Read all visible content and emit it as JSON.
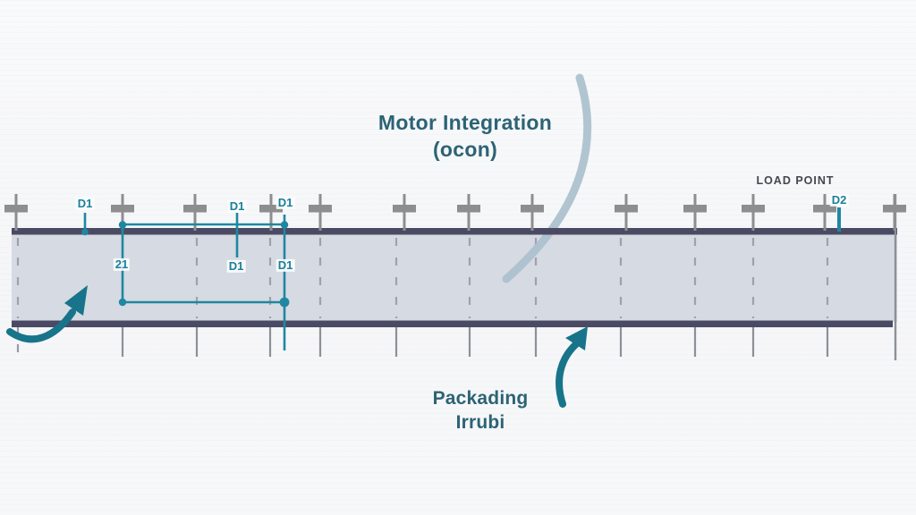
{
  "title": {
    "line1": "Motor Integration",
    "line2": "(ocon)"
  },
  "load_point": {
    "label": "LOAD POINT"
  },
  "packaging": {
    "line1": "Packading",
    "line2": "Irrubi"
  },
  "dims": {
    "top_left": "D1",
    "top_mid": "D1",
    "top_right": "D1",
    "mid_left": "21",
    "mid_center": "D1",
    "mid_right": "D1",
    "load_dim": "D2"
  },
  "colors": {
    "dimension_teal": "#1f87a1",
    "arrow_teal": "#17748a",
    "belt_navy": "#4a4a64",
    "belt_fill": "#d6dae2",
    "marker_gray": "#8e8e8e",
    "dash_gray": "#989ca5",
    "title_text": "#2c6375",
    "load_point_text": "#46464f",
    "arc_blue": "#aac0cd",
    "background": "#f7f8f9"
  }
}
